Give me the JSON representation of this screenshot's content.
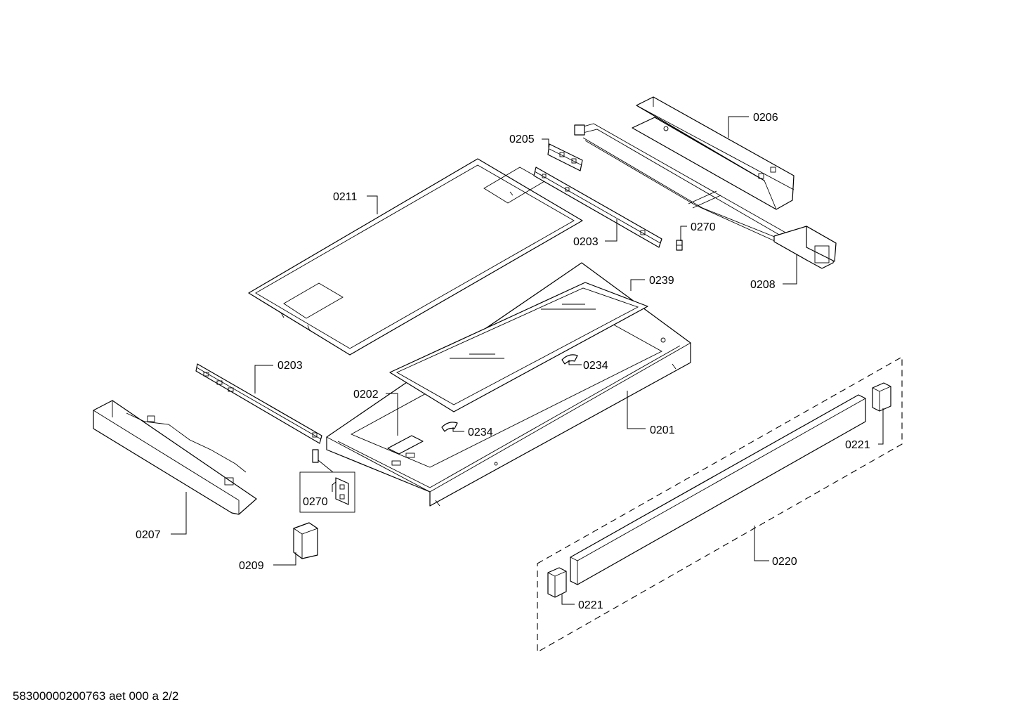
{
  "callouts": {
    "c0206": "0206",
    "c0205": "0205",
    "c0211": "0211",
    "c0270a": "0270",
    "c0203a": "0203",
    "c0208": "0208",
    "c0239": "0239",
    "c0203b": "0203",
    "c0234a": "0234",
    "c0202": "0202",
    "c0234b": "0234",
    "c0201": "0201",
    "c0221a": "0221",
    "c0270b": "0270",
    "c0207": "0207",
    "c0209": "0209",
    "c0220": "0220",
    "c0221b": "0221"
  },
  "footer": {
    "document_code": "58300000200763 aet 000 a 2/2"
  }
}
